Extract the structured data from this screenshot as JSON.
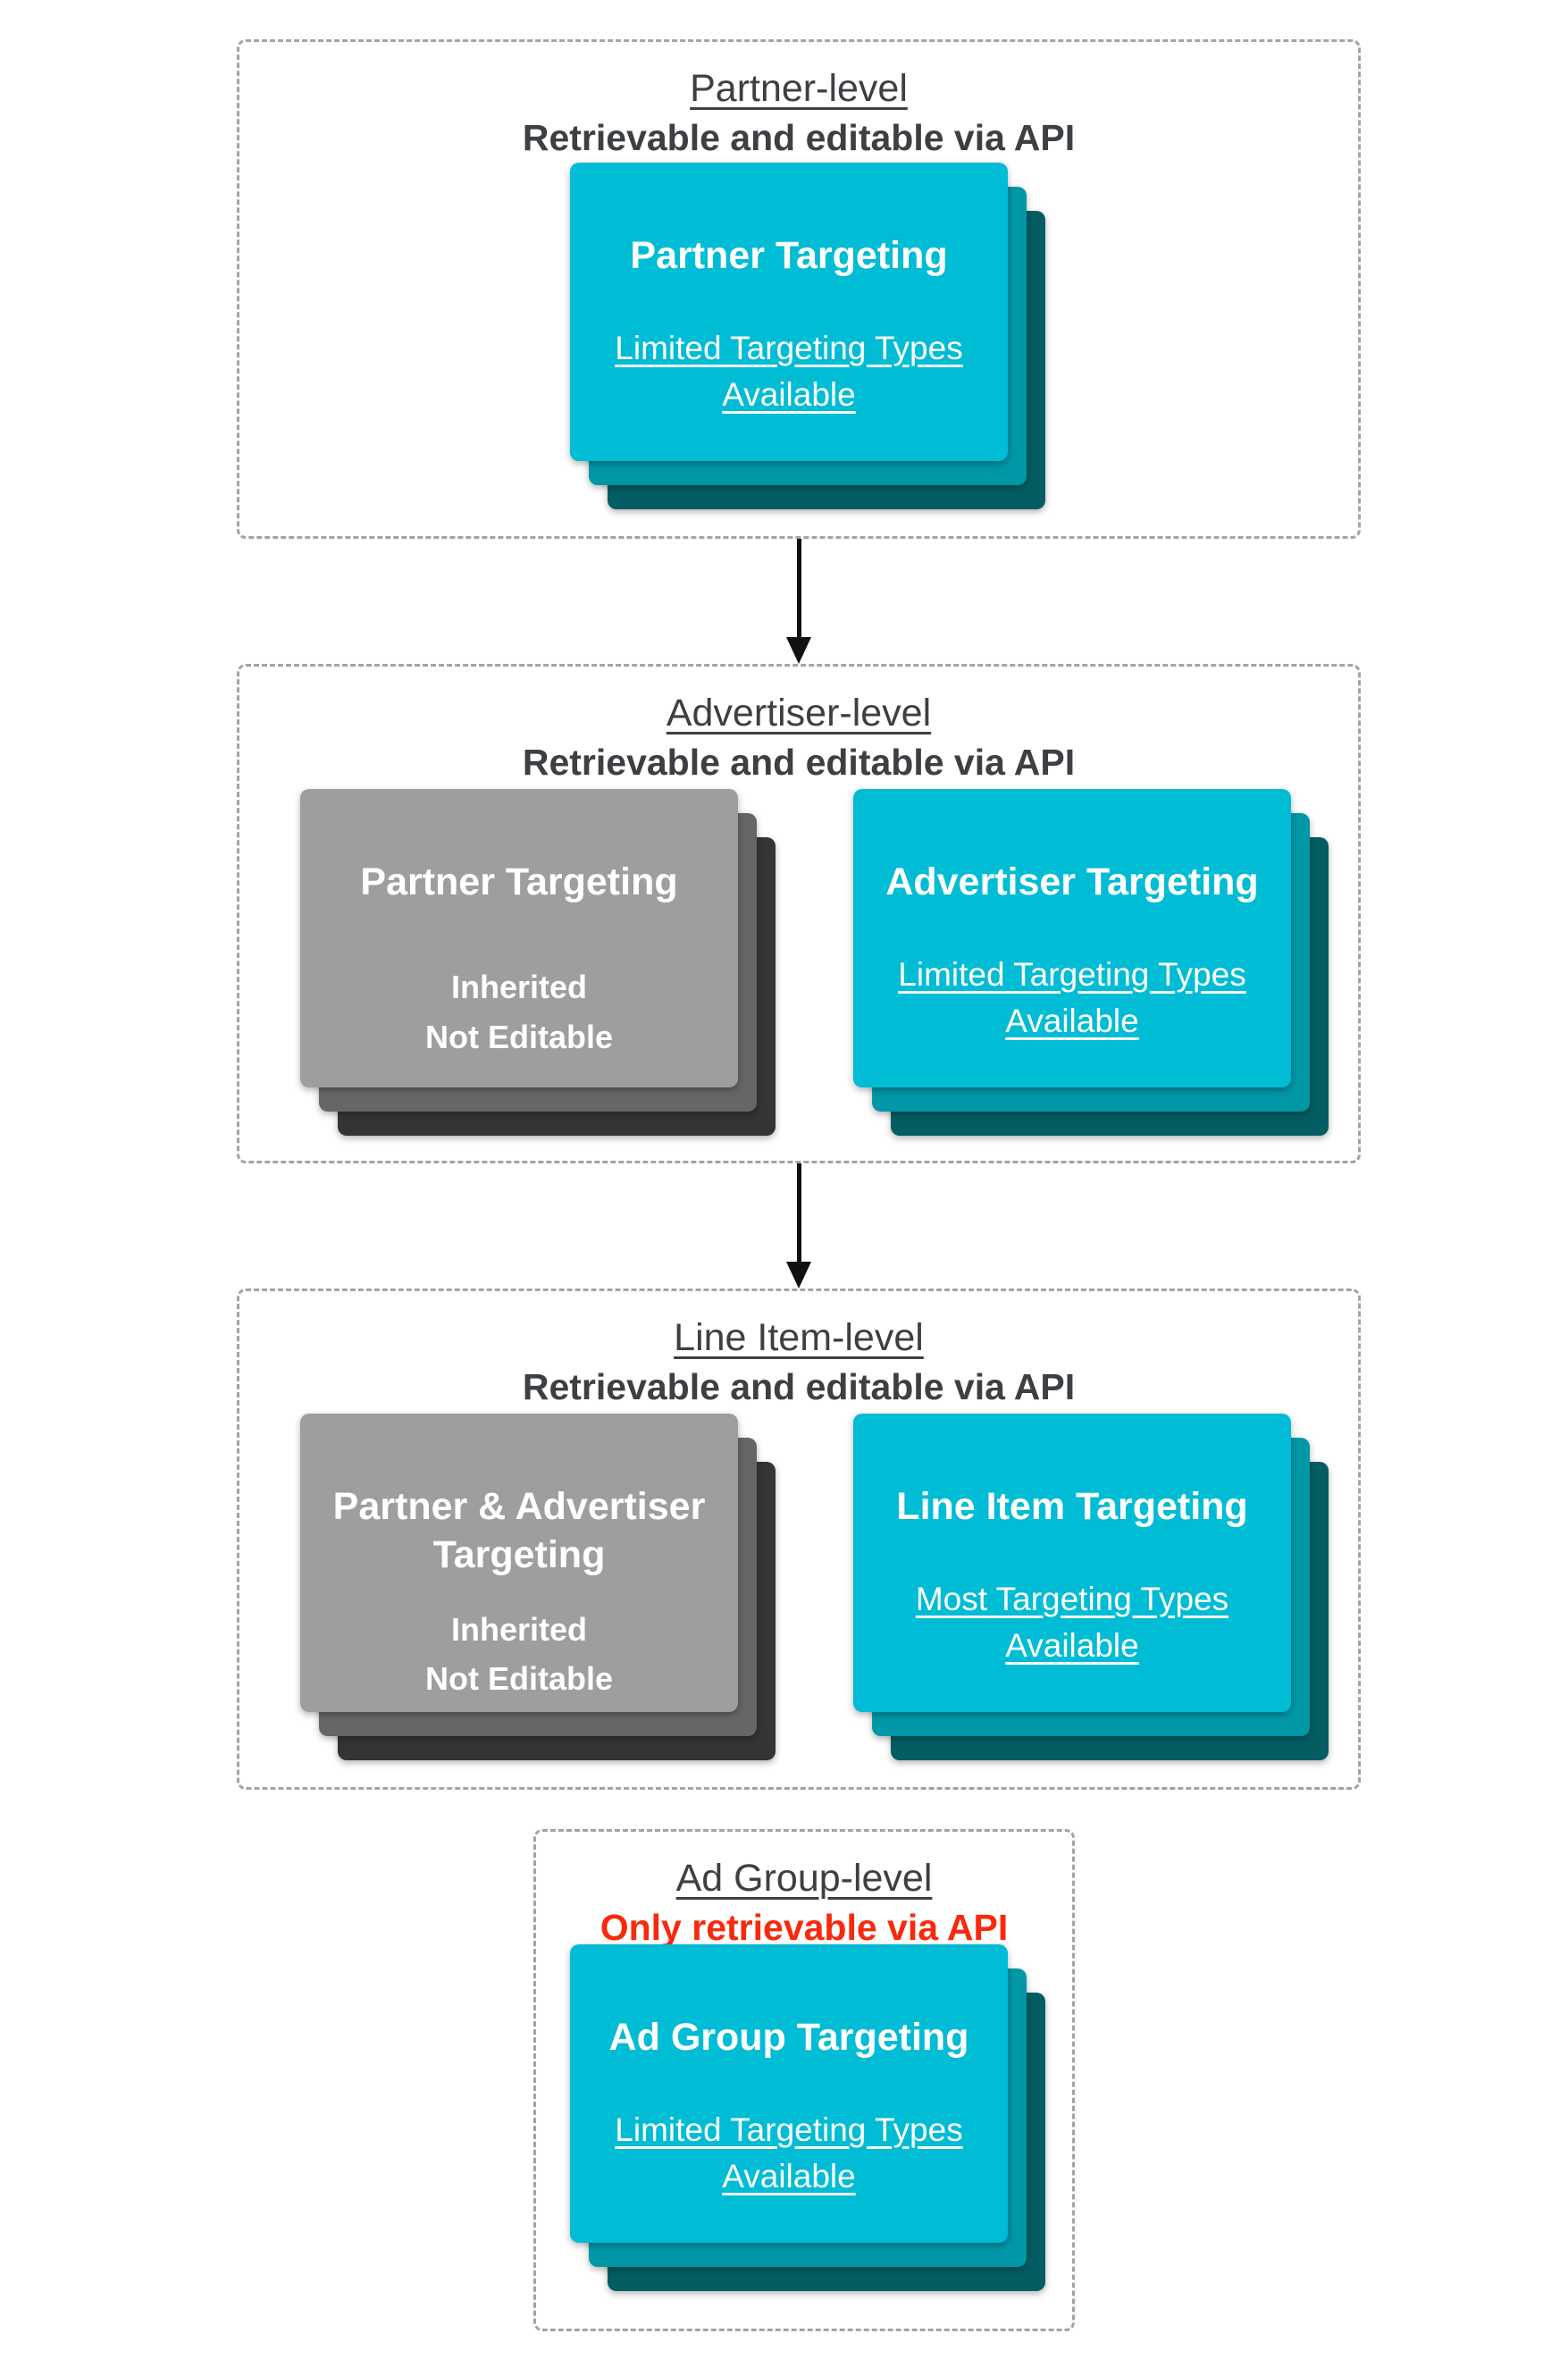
{
  "colors": {
    "cyan_front": "#00bcd4",
    "cyan_mid": "#0097a7",
    "cyan_back": "#045d63",
    "gray_front": "#9e9e9e",
    "gray_mid": "#666666",
    "gray_back": "#343434",
    "heading_text": "#3d4043",
    "alert_text": "#f8290d",
    "card_text": "#ffffff",
    "dashed_border": "#a3a3a3",
    "arrow": "#111111"
  },
  "sections": [
    {
      "title": "Partner-level",
      "subtitle": "Retrievable and editable via API",
      "cards": [
        {
          "variant": "cyan",
          "title": "Partner Targeting",
          "body": "Limited Targeting Types Available",
          "body_underlined": true
        }
      ]
    },
    {
      "title": "Advertiser-level",
      "subtitle": "Retrievable and editable via API",
      "cards": [
        {
          "variant": "gray",
          "title": "Partner Targeting",
          "lines": [
            "Inherited",
            "Not Editable"
          ]
        },
        {
          "variant": "cyan",
          "title": "Advertiser Targeting",
          "body": "Limited Targeting Types Available",
          "body_underlined": true
        }
      ]
    },
    {
      "title": "Line Item-level",
      "subtitle": "Retrievable and editable via API",
      "cards": [
        {
          "variant": "gray",
          "title": "Partner & Advertiser Targeting",
          "lines": [
            "Inherited",
            "Not Editable"
          ]
        },
        {
          "variant": "cyan",
          "title": "Line Item Targeting",
          "body": "Most Targeting Types Available",
          "body_underlined": true
        }
      ]
    },
    {
      "title": "Ad Group-level",
      "subtitle": "Only retrievable via API",
      "subtitle_is_alert": true,
      "cards": [
        {
          "variant": "cyan",
          "title": "Ad Group Targeting",
          "body": "Limited Targeting Types Available",
          "body_underlined": true
        }
      ]
    }
  ]
}
